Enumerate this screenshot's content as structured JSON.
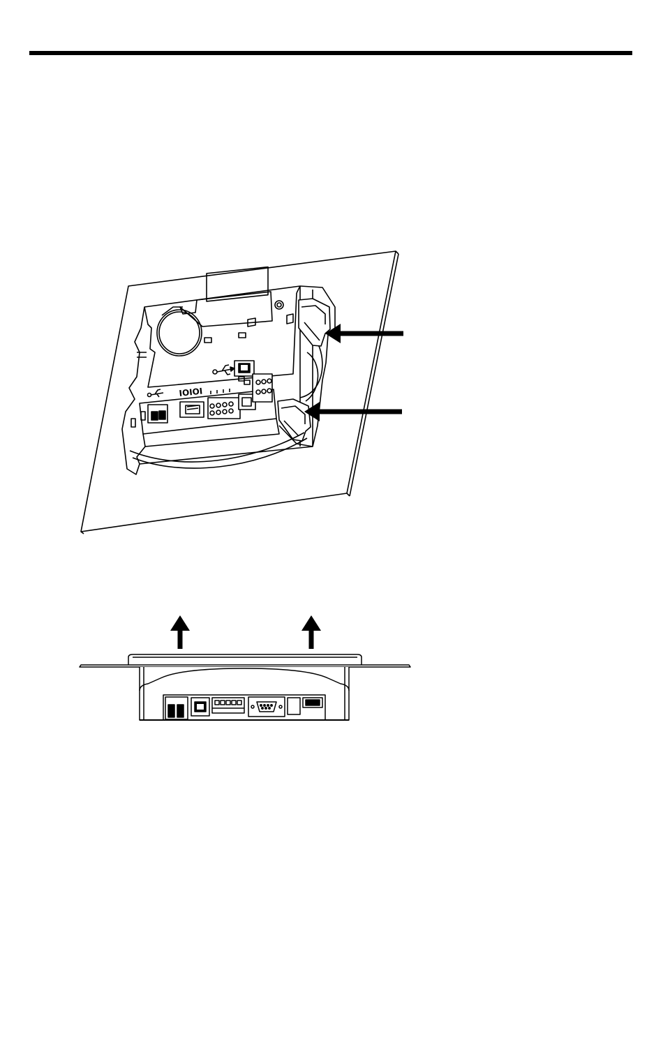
{
  "page": {
    "figure_top": {
      "arrow_count": 2,
      "ports_label": "IOIOI",
      "panel_symbols": [
        "usb-icon",
        "usb-icon",
        "serial-port-icon",
        "terminal-block",
        "ethernet-port"
      ]
    },
    "figure_bottom": {
      "arrow_count": 2,
      "arrow_direction": "up"
    },
    "colors": {
      "line": "#000000",
      "background": "#ffffff"
    }
  }
}
